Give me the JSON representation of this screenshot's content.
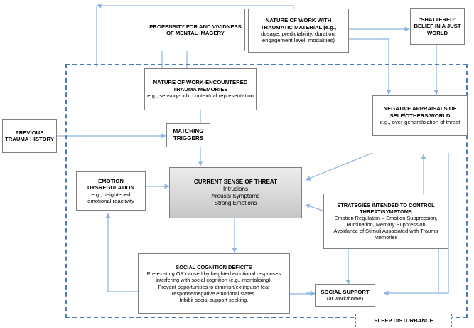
{
  "diagram": {
    "title_present": false,
    "palette": {
      "arrow": "#8fb4dd",
      "dashed_frame": "#4a7ebb",
      "box_border": "#808080",
      "shaded_box_fill": "#dcdcdc",
      "background": "#ffffff"
    },
    "nodes": [
      {
        "id": "propensity",
        "name": "propensity-imagery-box",
        "title": "PROPENSITY FOR AND VIVIDNESS OF MENTAL IMAGERY",
        "body": "",
        "style": "plain"
      },
      {
        "id": "nature-of-work",
        "name": "nature-of-work-traumatic-material-box",
        "title": "NATURE OF WORK WITH TRAUMATIC MATERIAL (e.g.,",
        "body": "dosage, predictability, duration, engagement level, modalities)",
        "style": "plain"
      },
      {
        "id": "shattered",
        "name": "shattered-belief-box",
        "title": "“SHATTERED” BELIEF IN A JUST WORLD",
        "body": "",
        "style": "plain"
      },
      {
        "id": "trauma-memories",
        "name": "nature-of-trauma-memories-box",
        "title": "NATURE OF WORK-ENCOUNTERED TRAUMA MEMORIES",
        "body": "e.g., sensory-rich, contextual representation",
        "style": "plain"
      },
      {
        "id": "previous-trauma",
        "name": "previous-trauma-history-box",
        "title": "PREVIOUS TRAUMA HISTORY",
        "body": "",
        "style": "plain"
      },
      {
        "id": "matching-triggers",
        "name": "matching-triggers-box",
        "title": "MATCHING TRIGGERS",
        "body": "",
        "style": "plain"
      },
      {
        "id": "negative-appraisals",
        "name": "negative-appraisals-box",
        "title": "NEGATIVE APPRAISALS OF SELF/OTHERS/WORLD",
        "body": "e.g., over-generalisation of threat",
        "style": "plain"
      },
      {
        "id": "emotion-dysregulation",
        "name": "emotion-dysregulation-box",
        "title": "EMOTION DYSREGULATION",
        "body": "e.g., heightened emotional reactivity",
        "style": "plain"
      },
      {
        "id": "current-threat",
        "name": "current-sense-of-threat-box",
        "title": "CURRENT SENSE OF THREAT",
        "body": "Intrusions\nArousal Symptoms\nStrong Emotions",
        "style": "shaded"
      },
      {
        "id": "strategies",
        "name": "control-strategies-box",
        "title": "STRATEGIES INTENDED TO CONTROL THREAT/SYMPTOMS",
        "body": "Emotion Regulation – Emotion Suppression, Rumination, Memory Suppression\nAvoidance of Stimuli Associated with Trauma Memories",
        "style": "plain"
      },
      {
        "id": "social-cognition",
        "name": "social-cognition-deficits-box",
        "title": "SOCIAL COGNITION DEFICITS",
        "body": "Pre-existing OR caused by heighted emotional responses interfering with social cognition (e.g., mentalising).\nPrevent opportunities to diminish/extinguish fear response/negative emotional states.\nInhibit social support seeking.",
        "style": "plain"
      },
      {
        "id": "social-support",
        "name": "social-support-box",
        "title": "SOCIAL SUPPORT",
        "body": "(at work/home)",
        "style": "plain"
      },
      {
        "id": "sleep-disturbance",
        "name": "sleep-disturbance-box",
        "title": "SLEEP DISTURBANCE",
        "body": "",
        "style": "dashed"
      }
    ]
  }
}
